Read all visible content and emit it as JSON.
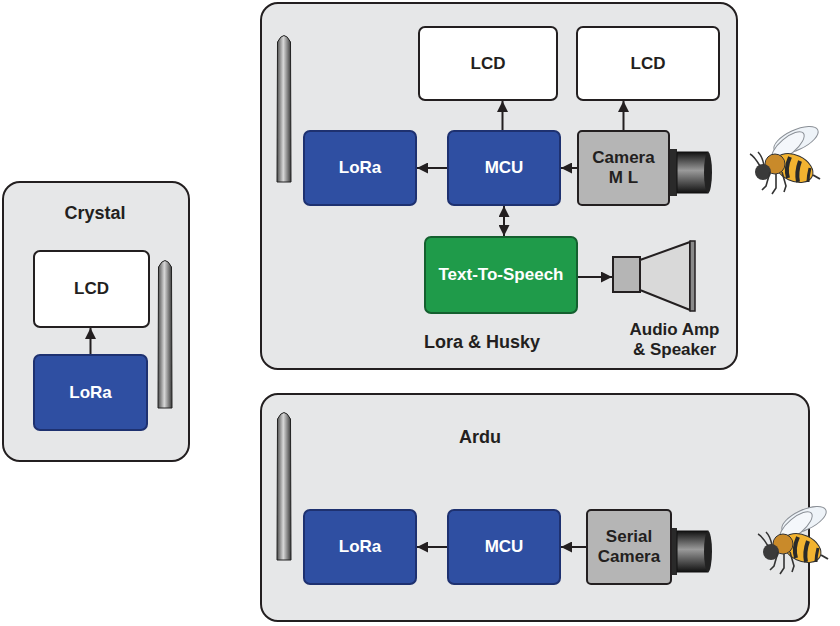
{
  "diagram": {
    "nodes": [
      {
        "text": [
          "Lora & Husky"
        ]
      },
      {
        "text": [
          "LCD"
        ],
        "in": 0
      },
      {
        "text": [
          "LCD"
        ],
        "in": 0
      },
      {
        "text": [
          "LoRa"
        ],
        "in": 0
      },
      {
        "text": [
          "MCU"
        ],
        "in": 0
      },
      {
        "text": [
          "Camera M L"
        ],
        "in": 0
      },
      {
        "text": [
          "Text-To-Speech"
        ],
        "in": 0
      },
      {
        "text": [
          "Audio Amp & Speaker"
        ],
        "in": 0
      },
      {
        "text": [
          "Crystal"
        ]
      },
      {
        "text": [
          "LCD"
        ],
        "in": 8
      },
      {
        "text": [
          "LoRa"
        ],
        "in": 8
      },
      {
        "text": [
          "Ardu"
        ]
      },
      {
        "text": [
          "LoRa"
        ],
        "in": 11
      },
      {
        "text": [
          "MCU"
        ],
        "in": 11
      },
      {
        "text": [
          "Serial Camera"
        ],
        "in": 11
      }
    ],
    "edges": [
      {
        "from": 4,
        "to": 1,
        "arrow": "to"
      },
      {
        "from": 5,
        "to": 2,
        "arrow": "to"
      },
      {
        "from": 4,
        "to": 3,
        "arrow": "to"
      },
      {
        "from": 5,
        "to": 4,
        "arrow": "to"
      },
      {
        "from": 4,
        "to": 6,
        "arrow": "both"
      },
      {
        "from": 6,
        "to": 7,
        "arrow": "to"
      },
      {
        "from": 10,
        "to": 9,
        "arrow": "to"
      },
      {
        "from": 13,
        "to": 12,
        "arrow": "to"
      },
      {
        "from": 14,
        "to": 13,
        "arrow": "to"
      }
    ]
  }
}
